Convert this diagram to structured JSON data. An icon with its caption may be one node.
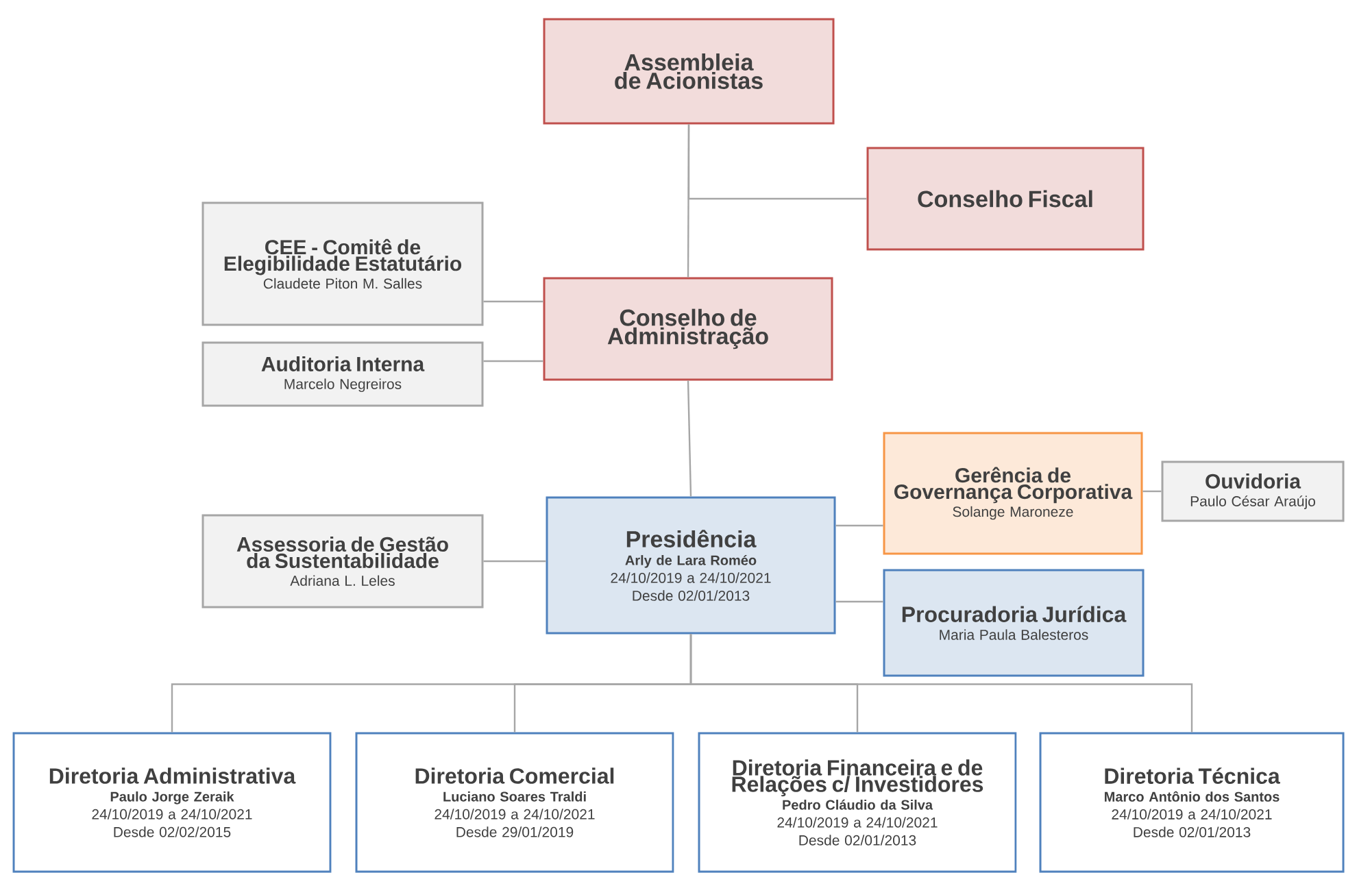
{
  "diagram": {
    "nodes": [
      {
        "text": [
          "Assembleia de Acionistas"
        ]
      },
      {
        "text": [
          "Conselho Fiscal"
        ]
      },
      {
        "text": [
          "CEE - Comitê de Elegibilidade Estatutário",
          "Claudete Piton M. Salles"
        ]
      },
      {
        "text": [
          "Conselho de Administração"
        ]
      },
      {
        "text": [
          "Auditoria Interna",
          "Marcelo Negreiros"
        ]
      },
      {
        "text": [
          "Gerência de Governança Corporativa",
          "Solange Maroneze"
        ]
      },
      {
        "text": [
          "Ouvidoria",
          "Paulo César Araújo"
        ]
      },
      {
        "text": [
          "Assessoria de Gestão da Sustentabilidade",
          "Adriana L. Leles"
        ]
      },
      {
        "text": [
          "Presidência",
          "Arly de Lara Roméo",
          "24/10/2019 a 24/10/2021",
          "Desde 02/01/2013"
        ]
      },
      {
        "text": [
          "Procuradoria Jurídica",
          "Maria Paula Balesteros"
        ]
      },
      {
        "text": [
          "Diretoria Administrativa",
          "Paulo  Jorge Zeraik",
          "24/10/2019 a 24/10/2021",
          "Desde 02/02/2015"
        ]
      },
      {
        "text": [
          "Diretoria Comercial",
          "Luciano Soares Traldi",
          "24/10/2019 a 24/10/2021",
          "Desde 29/01/2019"
        ]
      },
      {
        "text": [
          "Diretoria Financeira e de Relações c/ Investidores",
          "Pedro Cláudio da Silva",
          "24/10/2019 a 24/10/2021",
          "Desde 02/01/2013"
        ]
      },
      {
        "text": [
          "Diretoria Técnica",
          "Marco Antônio dos Santos",
          "24/10/2019 a 24/10/2021",
          "Desde 02/01/2013"
        ]
      }
    ],
    "edges": [
      {
        "from": 0,
        "to": 3,
        "arrow": "none"
      },
      {
        "from": 0,
        "to": 1,
        "arrow": "none"
      },
      {
        "from": 2,
        "to": 3,
        "arrow": "none"
      },
      {
        "from": 4,
        "to": 3,
        "arrow": "none"
      },
      {
        "from": 3,
        "to": 8,
        "arrow": "none"
      },
      {
        "from": 8,
        "to": 5,
        "arrow": "none"
      },
      {
        "from": 5,
        "to": 6,
        "arrow": "none"
      },
      {
        "from": 7,
        "to": 8,
        "arrow": "none"
      },
      {
        "from": 8,
        "to": 9,
        "arrow": "none"
      },
      {
        "from": 8,
        "to": 10,
        "arrow": "none"
      },
      {
        "from": 8,
        "to": 11,
        "arrow": "none"
      },
      {
        "from": 8,
        "to": 12,
        "arrow": "none"
      },
      {
        "from": 8,
        "to": 13,
        "arrow": "none"
      }
    ]
  }
}
